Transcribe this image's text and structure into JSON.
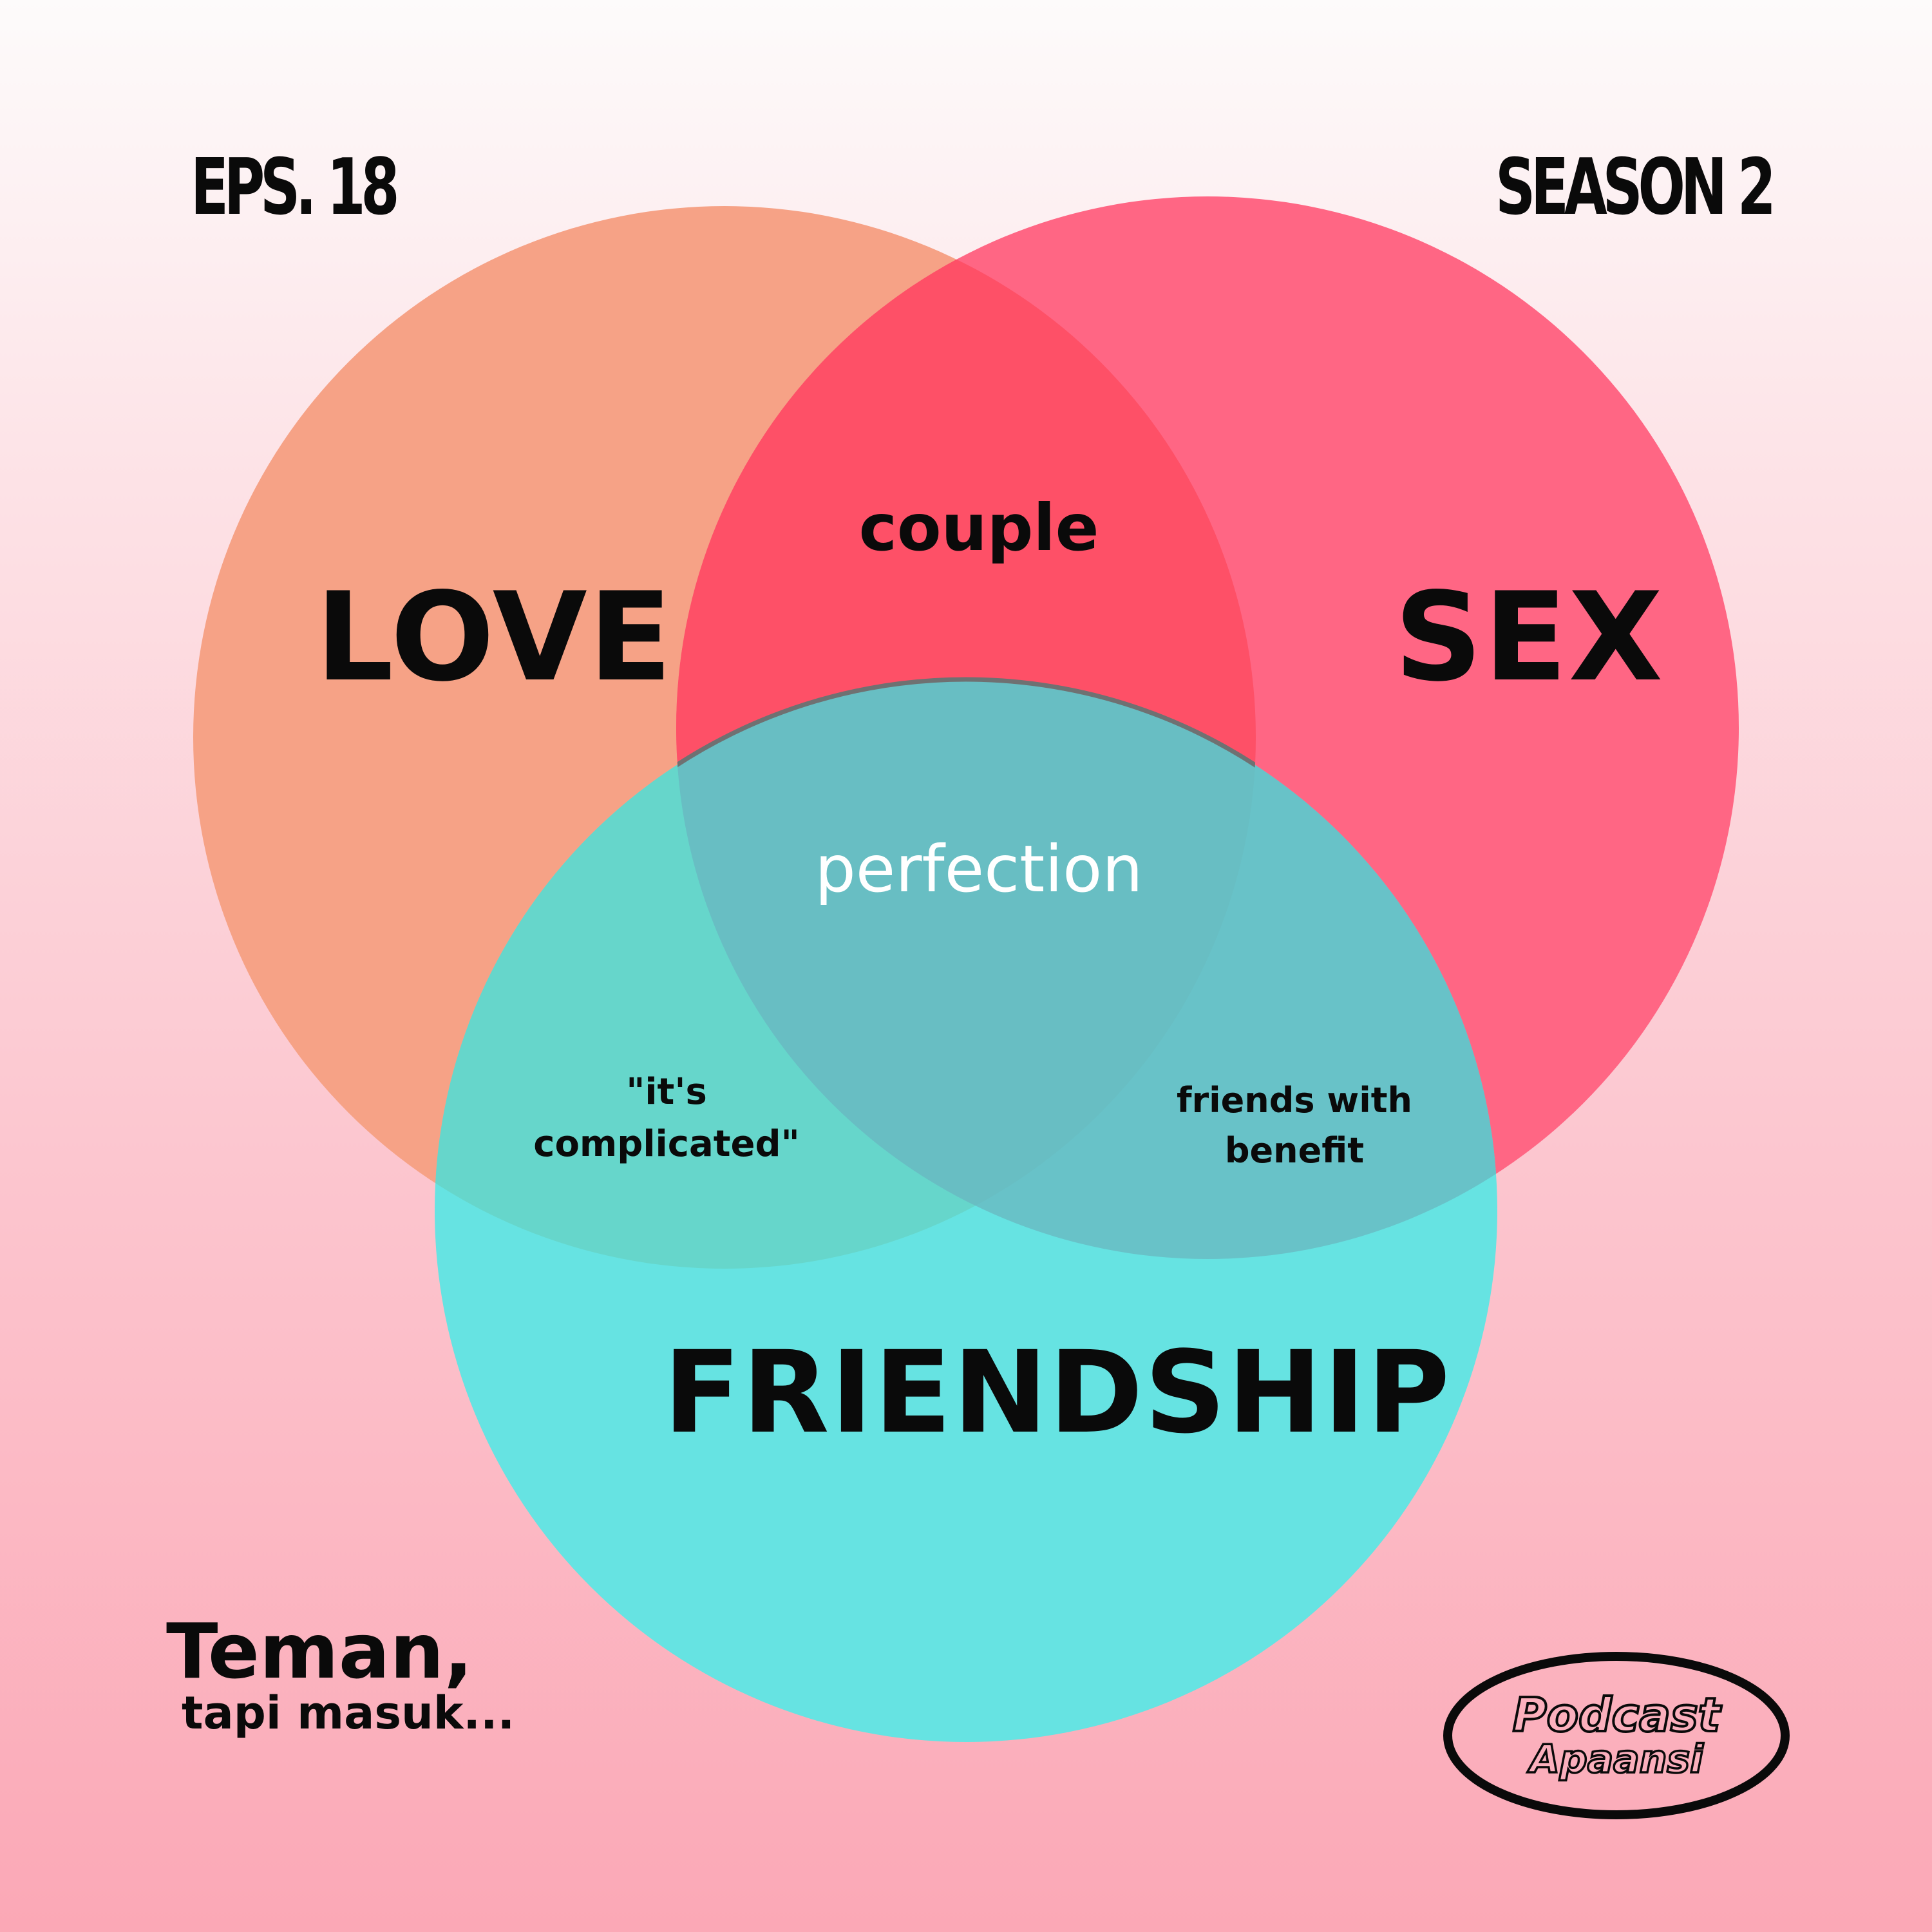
{
  "header": {
    "episode": "EPS. 18",
    "season": "SEASON 2"
  },
  "sets": [
    {
      "id": "love",
      "label": "LOVE",
      "color": "#f6a286"
    },
    {
      "id": "sex",
      "label": "SEX",
      "color": "#ff6684"
    },
    {
      "id": "friendship",
      "label": "FRIENDSHIP",
      "color": "#66e3e2"
    }
  ],
  "regions": {
    "love_sex": {
      "label": "couple",
      "color": "#fe5067"
    },
    "love_friendship": {
      "lines": [
        "\"it's",
        "complicated\""
      ],
      "color": "#66d6cb"
    },
    "sex_friendship": {
      "lines": [
        "friends with",
        "benefit"
      ],
      "color": "#68c2c8"
    },
    "all": {
      "label": "perfection",
      "color": "#68bec3",
      "text_color": "#ffffff"
    }
  },
  "tagline": {
    "main": "Teman,",
    "sub": "tapi masuk..."
  },
  "logo": {
    "line1": "Podcast",
    "line2": "Apaansi"
  }
}
